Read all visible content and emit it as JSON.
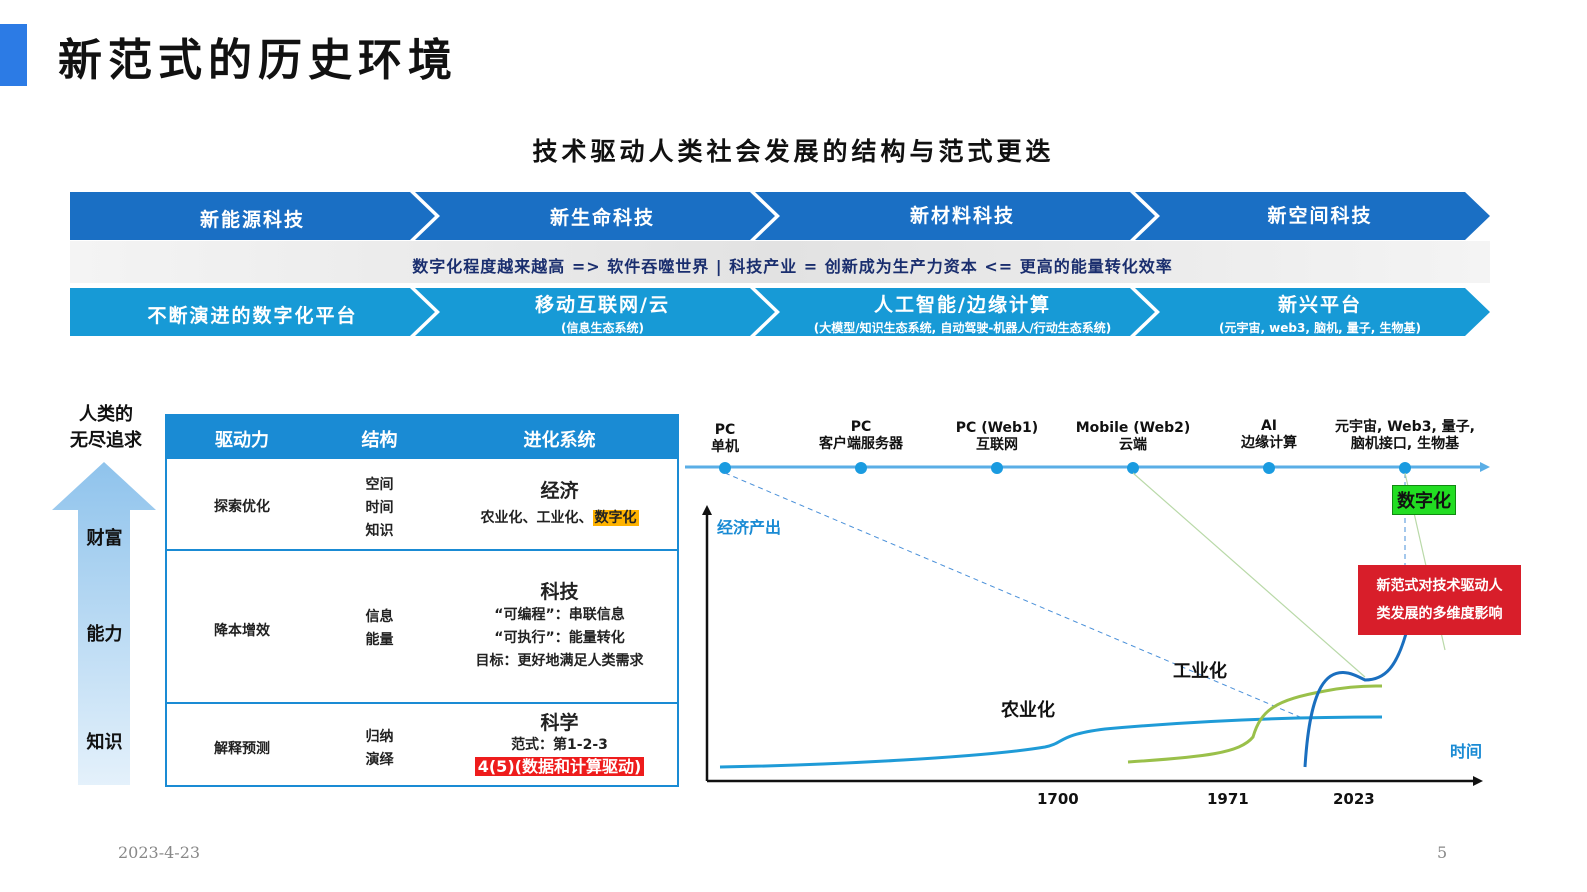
{
  "page": {
    "title": "新范式的历史环境",
    "subtitle": "技术驱动人类社会发展的结构与范式更迭",
    "date": "2023-4-23",
    "page_number": "5"
  },
  "top_band": [
    "新能源科技",
    "新生命科技",
    "新材料科技",
    "新空间科技"
  ],
  "middle_text": "数字化程度越来越高 => 软件吞噬世界 | 科技产业 = 创新成为生产力资本  <= 更高的能量转化效率",
  "bottom_band": [
    {
      "title": "不断演进的数字化平台",
      "sub": ""
    },
    {
      "title": "移动互联网/云",
      "sub": "(信息生态系统)"
    },
    {
      "title": "人工智能/边缘计算",
      "sub": "(大模型/知识生态系统, 自动驾驶-机器人/行动生态系统)"
    },
    {
      "title": "新兴平台",
      "sub": "(元宇宙, web3, 脑机, 量子, 生物基)"
    }
  ],
  "quest": {
    "line1": "人类的",
    "line2": "无尽追求"
  },
  "arrow_labels": [
    "财富",
    "能力",
    "知识"
  ],
  "table": {
    "headers": [
      "驱动力",
      "结构",
      "进化系统"
    ],
    "rows": [
      {
        "driver": "探索优化",
        "structure": [
          "空间",
          "时间",
          "知识"
        ],
        "system_title": "经济",
        "system_lines": [
          "农业化、工业化、"
        ],
        "highlight": "数字化"
      },
      {
        "driver": "降本增效",
        "structure": [
          "信息",
          "能量"
        ],
        "system_title": "科技",
        "system_lines": [
          "“可编程”：串联信息",
          "“可执行”：能量转化",
          "目标：更好地满足人类需求"
        ]
      },
      {
        "driver": "解释预测",
        "structure": [
          "归纳",
          "演绎"
        ],
        "system_title": "科学",
        "system_lines": [
          "范式：第1-2-3"
        ],
        "red_highlight": "4(5)(数据和计算驱动)"
      }
    ]
  },
  "timeline": [
    {
      "l1": "PC",
      "l2": "单机"
    },
    {
      "l1": "PC",
      "l2": "客户端服务器"
    },
    {
      "l1": "PC (Web1)",
      "l2": "互联网"
    },
    {
      "l1": "Mobile (Web2)",
      "l2": "云端"
    },
    {
      "l1": "AI",
      "l2": "边缘计算"
    },
    {
      "l1": "元宇宙, Web3, 量子,",
      "l2": "脑机接口, 生物基"
    }
  ],
  "chart_data": {
    "type": "line",
    "ylabel": "经济产出",
    "xlabel": "时间",
    "x_ticks": [
      "1700",
      "1971",
      "2023"
    ],
    "annotations": [
      "农业化",
      "工业化"
    ],
    "highlight_label": "数字化",
    "callout": [
      "新范式对技术驱动人",
      "类发展的多维度影响"
    ],
    "colors": {
      "agriculture": "#1f9bd7",
      "industry": "#9ac04a",
      "digital": "#1a6fbf"
    }
  },
  "colors": {
    "band_dark": "#1a6fc4",
    "band_light": "#179ad6",
    "accent": "#2c7be5"
  }
}
